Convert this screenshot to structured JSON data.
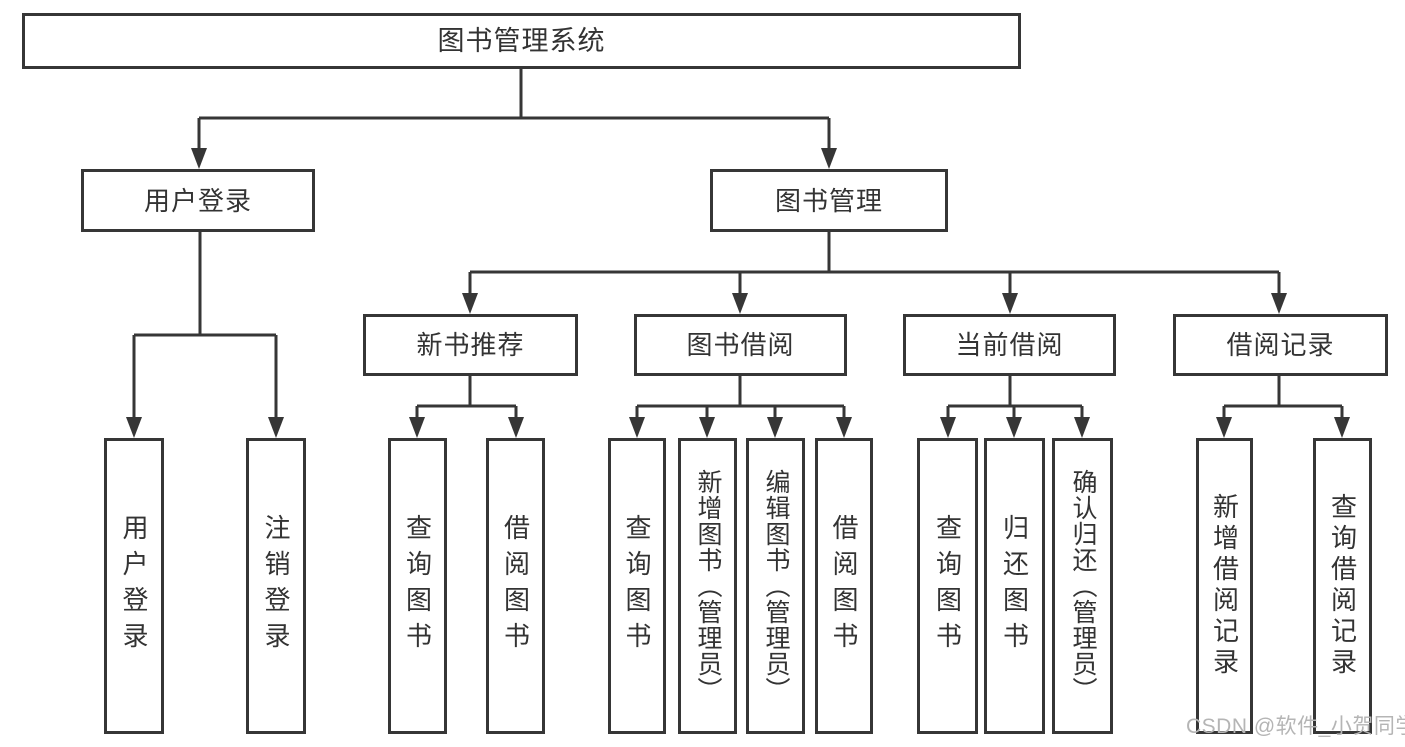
{
  "diagram": {
    "type": "hierarchy-tree",
    "orientation": "top-down"
  },
  "nodes": {
    "root": {
      "label": "图书管理系统"
    },
    "user_login": {
      "label": "用户登录"
    },
    "book_management": {
      "label": "图书管理"
    },
    "new_book_recommend": {
      "label": "新书推荐"
    },
    "book_borrowing": {
      "label": "图书借阅"
    },
    "current_borrowing": {
      "label": "当前借阅"
    },
    "borrowing_records": {
      "label": "借阅记录"
    },
    "ul_user_login": {
      "label": "用户登录"
    },
    "ul_logout": {
      "label": "注销登录"
    },
    "nbr_query_books": {
      "label": "查询图书"
    },
    "nbr_borrow_books": {
      "label": "借阅图书"
    },
    "bb_query_books": {
      "label": "查询图书"
    },
    "bb_add_book_admin": {
      "label": "新增图书（管理员）"
    },
    "bb_edit_book_admin": {
      "label": "编辑图书（管理员）"
    },
    "bb_borrow_books": {
      "label": "借阅图书"
    },
    "cb_query_books": {
      "label": "查询图书"
    },
    "cb_return_book": {
      "label": "归还图书"
    },
    "cb_confirm_return_admin": {
      "label": "确认归还（管理员）"
    },
    "br_add_record": {
      "label": "新增借阅记录"
    },
    "br_query_record": {
      "label": "查询借阅记录"
    }
  },
  "structure": {
    "root": [
      "user_login",
      "book_management"
    ],
    "user_login": [
      "ul_user_login",
      "ul_logout"
    ],
    "book_management": [
      "new_book_recommend",
      "book_borrowing",
      "current_borrowing",
      "borrowing_records"
    ],
    "new_book_recommend": [
      "nbr_query_books",
      "nbr_borrow_books"
    ],
    "book_borrowing": [
      "bb_query_books",
      "bb_add_book_admin",
      "bb_edit_book_admin",
      "bb_borrow_books"
    ],
    "current_borrowing": [
      "cb_query_books",
      "cb_return_book",
      "cb_confirm_return_admin"
    ],
    "borrowing_records": [
      "br_add_record",
      "br_query_record"
    ]
  },
  "watermark": {
    "text": "CSDN @软件_小贺同学"
  },
  "colors": {
    "line": "#363636",
    "box_border": "#363636",
    "box_fill": "#ffffff",
    "text": "#333333",
    "watermark": "#b5b5b5",
    "background": "#ffffff"
  }
}
